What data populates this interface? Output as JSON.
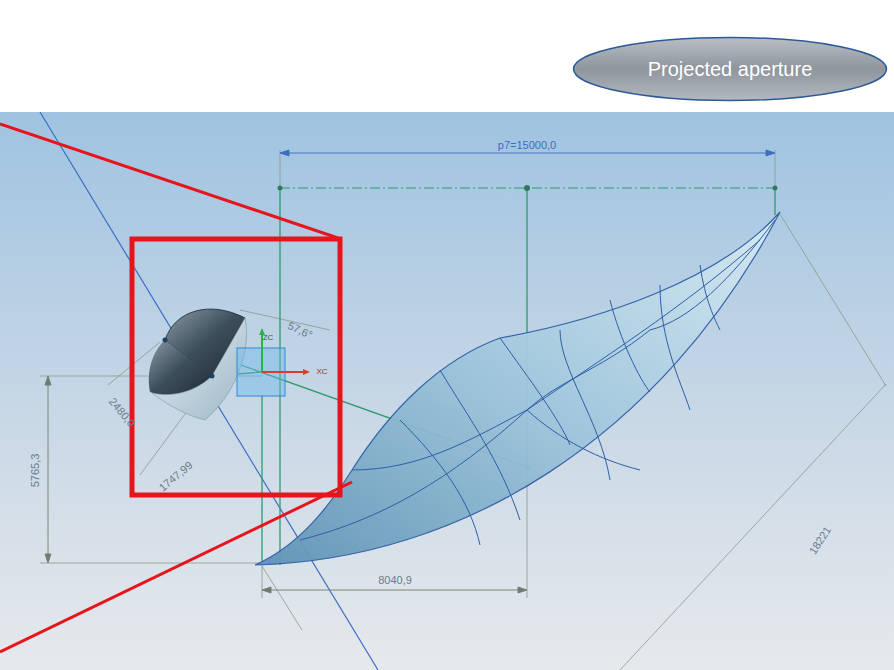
{
  "diagram": {
    "nodes": [
      {
        "text": [
          "Projected aperture"
        ]
      }
    ],
    "labels": [
      "p7=15000,0",
      "57,6°",
      "ZC",
      "XC",
      "2480,0",
      "5765,3",
      "1747,99",
      "8040,9",
      "18221"
    ]
  }
}
